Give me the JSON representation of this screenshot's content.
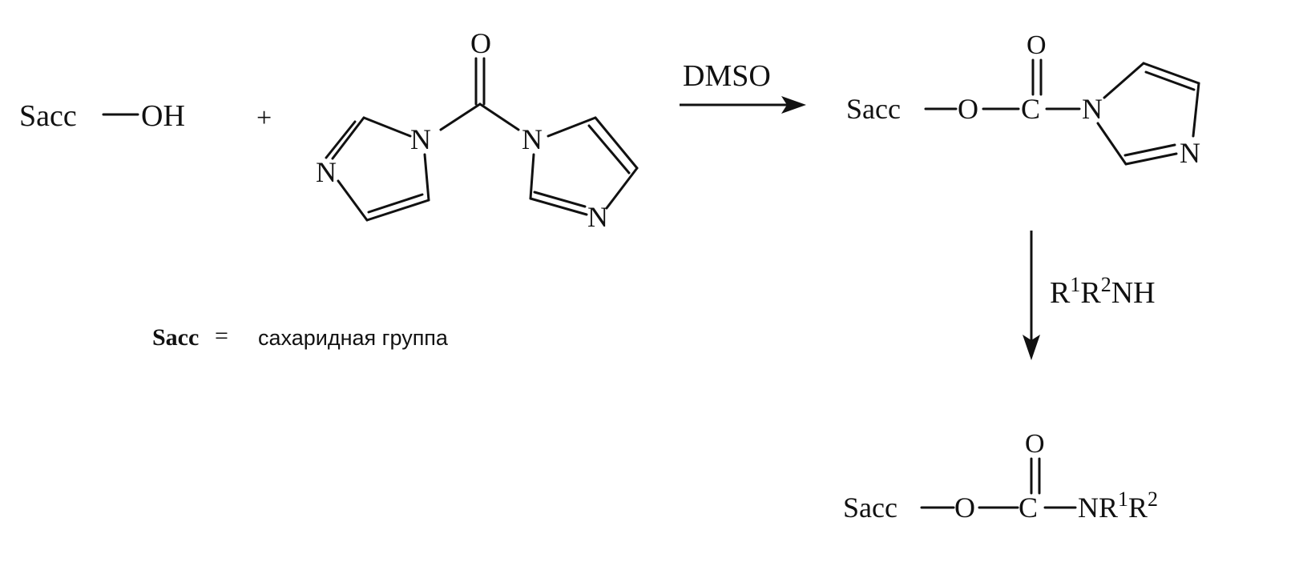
{
  "reactants": {
    "sacc_oh": {
      "sacc": "Sacc",
      "oh": "OH"
    },
    "plus": "+",
    "cdi": {
      "carbonyl_o": "O",
      "left_ring_n1": "N",
      "left_ring_n3": "N",
      "right_ring_n1": "N",
      "right_ring_n3": "N"
    }
  },
  "step1": {
    "reagent": "DMSO"
  },
  "intermediate": {
    "sacc": "Sacc",
    "ester_o": "O",
    "carbonyl_c": "C",
    "carbonyl_o": "O",
    "ring_n1": "N",
    "ring_n3": "N"
  },
  "step2": {
    "r1": "R",
    "sup1": "1",
    "r2": "R",
    "sup2": "2",
    "nh": "NH"
  },
  "product": {
    "sacc": "Sacc",
    "ester_o": "O",
    "carbonyl_c": "C",
    "carbonyl_o": "O",
    "nr": "NR",
    "sup1": "1",
    "r2": "R",
    "sup2": "2"
  },
  "legend": {
    "sacc": "Sacc",
    "equals": "=",
    "definition": "сахаридная группа"
  }
}
